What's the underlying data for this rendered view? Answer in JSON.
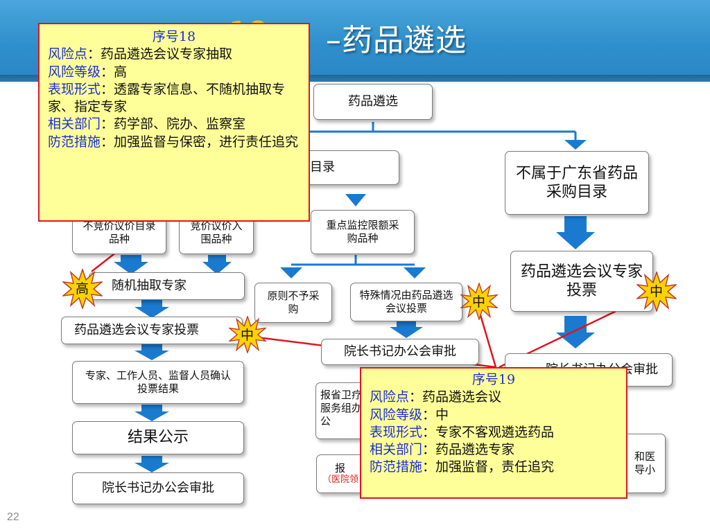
{
  "slide": {
    "title_hidden": "18",
    "title": "–药品遴选",
    "page_number": "22"
  },
  "nodes": {
    "root": "药品遴选",
    "belongs": "目录",
    "not_belongs": "不属于广东省药品采购目录",
    "non_bid": "不竞价议价目录品种",
    "bid": "竞价议价入围品种",
    "key_monitor": "重点监控限额采购品种",
    "random_expert": "随机抽取专家",
    "no_purchase": "原则不予采购",
    "special_vote": "特殊情况由药品遴选会议投票",
    "expert_vote_left": "药品遴选会议专家投票",
    "expert_vote_right": "药品遴选会议专家投票",
    "dean_office_mid": "院长书记办公会审批",
    "dean_office_right": "院长书记办公会审批",
    "confirm_result": "专家、工作人员、监督人员确认投票结果",
    "report_partial": "报省卫疗服务组办公",
    "result_publish": "结果公示",
    "dean_office_bottom": "院长书记办公会审批",
    "partial_bottom_mid": "报",
    "partial_bottom_mid_red": "（医院领",
    "partial_right_bottom": "和医导小"
  },
  "risk_levels": {
    "high": "高",
    "mid": "中"
  },
  "popup18": {
    "seq": "序号18",
    "risk_point_label": "风险点",
    "risk_point": "：药品遴选会议专家抽取",
    "risk_level_label": "风险等级",
    "risk_level": "：高",
    "manifestation_label": "表现形式",
    "manifestation": "：透露专家信息、不随机抽取专家、指定专家",
    "department_label": "相关部门",
    "department": "：药学部、院办、监察室",
    "measures_label": "防范措施",
    "measures": "：加强监督与保密，进行责任追究"
  },
  "popup19": {
    "seq": "序号19",
    "risk_point_label": "风险点",
    "risk_point": "：药品遴选会议",
    "risk_level_label": "风险等级",
    "risk_level": "：中",
    "manifestation_label": "表现形式",
    "manifestation": "：专家不客观遴选药品",
    "department_label": "相关部门",
    "department": "：药品遴选专家",
    "measures_label": "防范措施",
    "measures": "：加强监督，责任追究"
  },
  "colors": {
    "header_blue": "#2f8fcc",
    "arrow_blue": "#1a7ad0",
    "popup_yellow": "#ffff99",
    "risk_red": "#e0141c",
    "label_blue": "#1b2fd1",
    "burst_yellow": "#ffd200"
  }
}
